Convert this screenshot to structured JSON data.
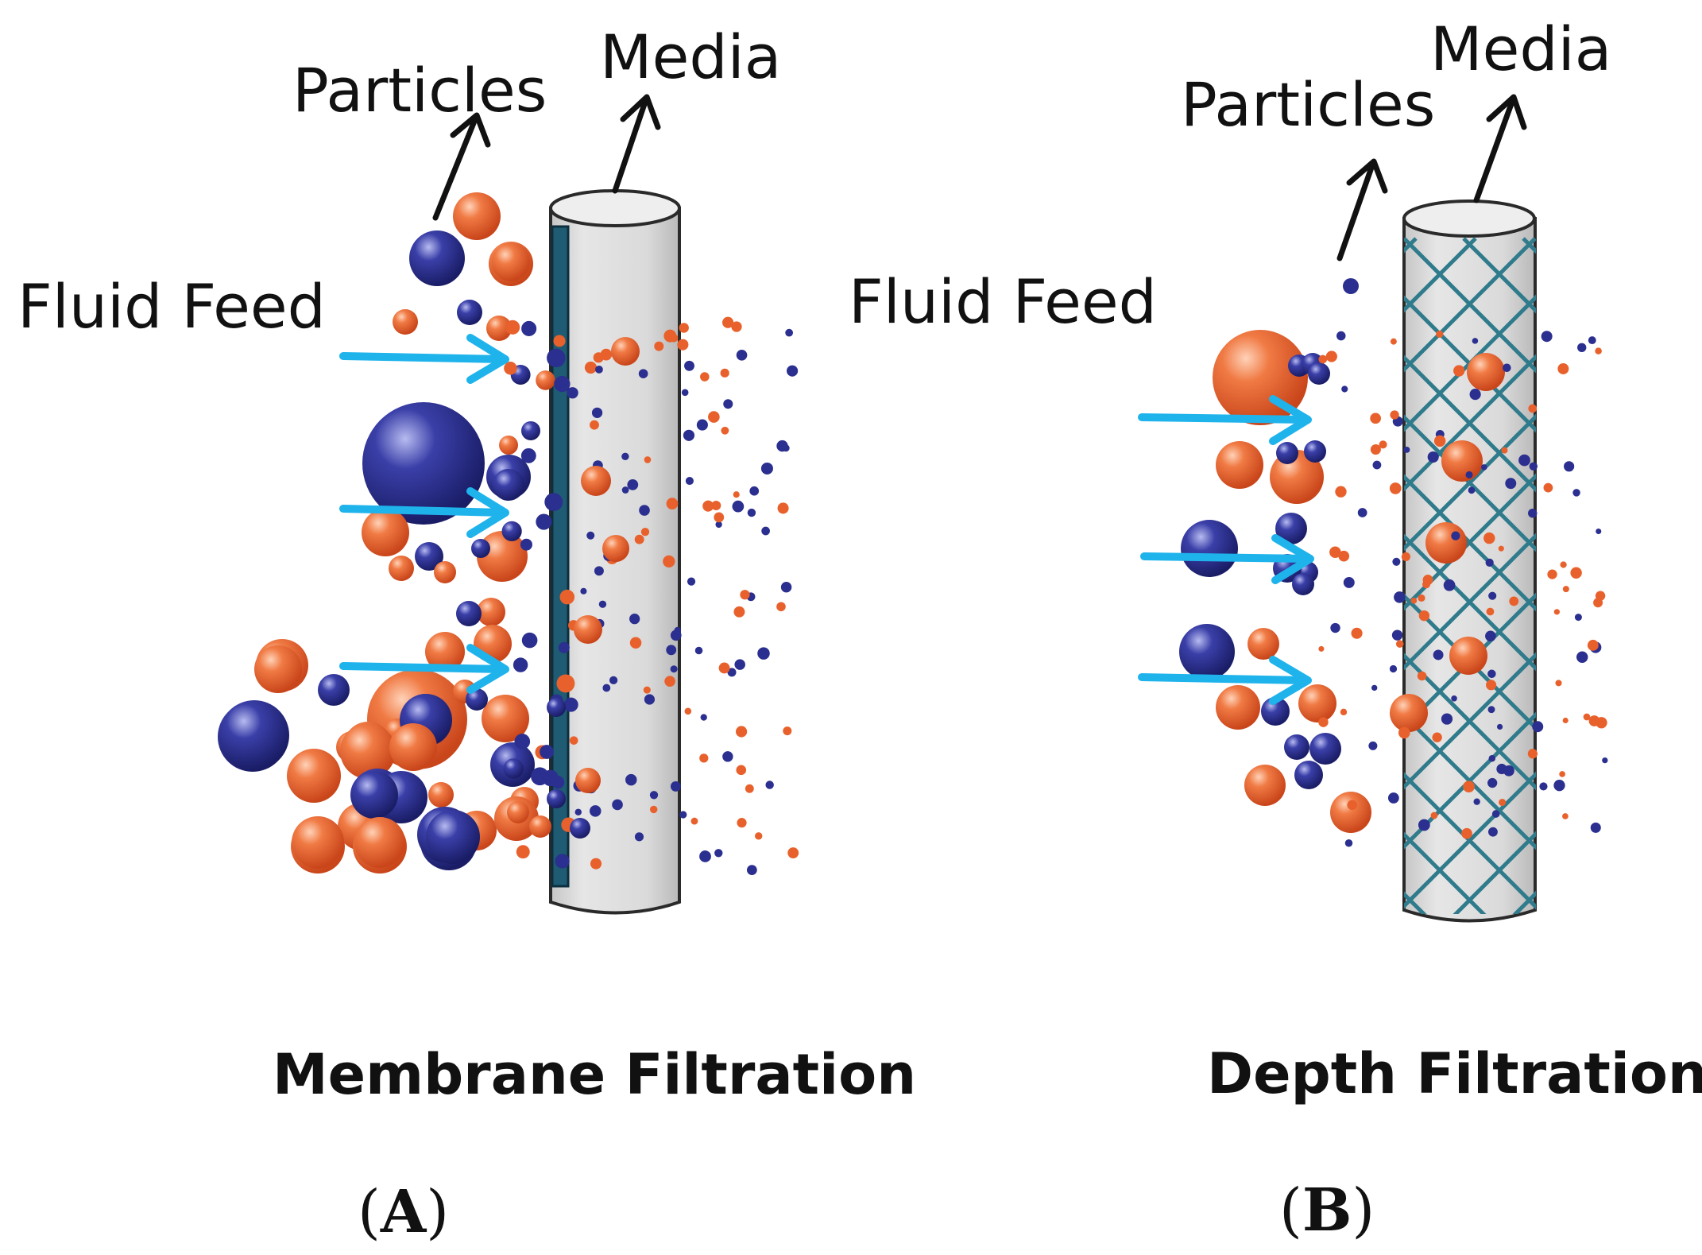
{
  "panels": [
    {
      "id": "A",
      "particles_label": "Particles",
      "media_label": "Media",
      "feed_label": "Fluid Feed",
      "caption": "Membrane Filtration",
      "tag_letter": "A"
    },
    {
      "id": "B",
      "particles_label": "Particles",
      "media_label": "Media",
      "feed_label": "Fluid Feed",
      "caption": "Depth Filtration",
      "tag_letter": "B"
    }
  ],
  "colors": {
    "particle_orange": "#e8612c",
    "particle_blue": "#2b2f8f",
    "feed_arrow": "#1fb3ec",
    "membrane_layer": "#1f5b73",
    "media_fill": "#d9d9d9",
    "depth_mesh": "#2f7b8c",
    "label_arrow": "#111111"
  }
}
